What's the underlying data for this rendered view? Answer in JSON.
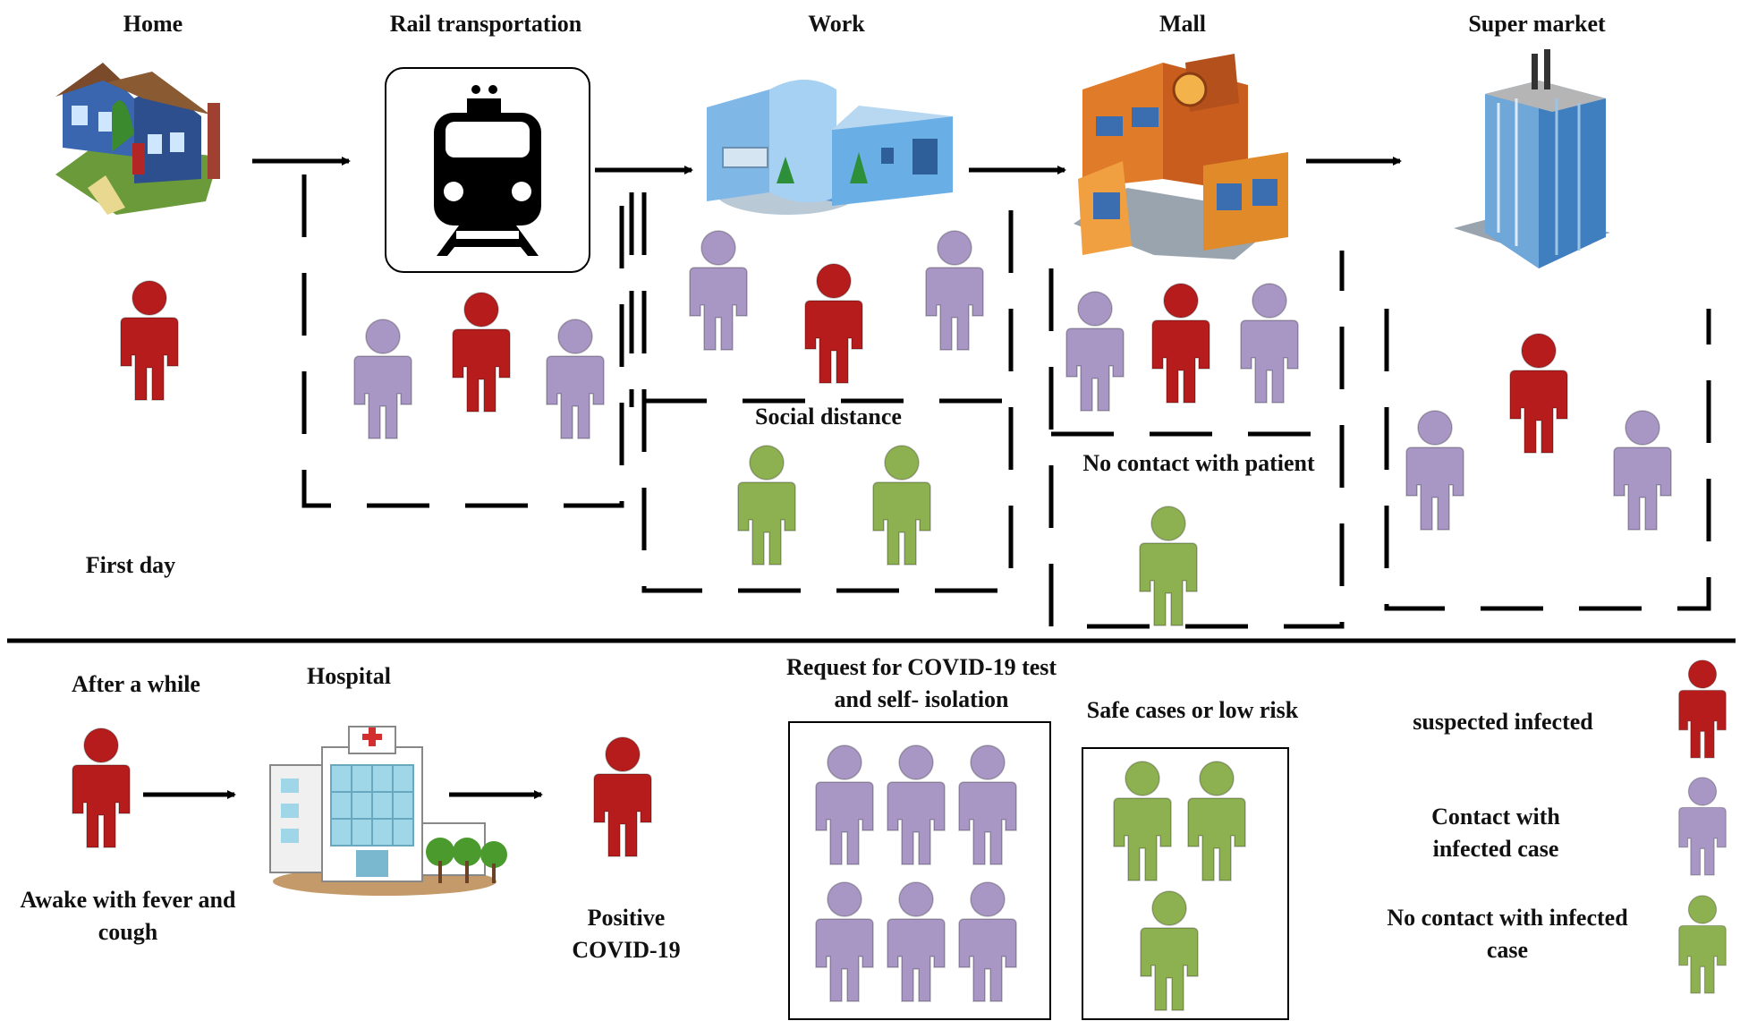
{
  "colors": {
    "suspected": "#b71c1c",
    "contact": "#a896c4",
    "safe": "#8db050",
    "line": "#000000"
  },
  "locations": {
    "home": "Home",
    "rail": "Rail transportation",
    "work": "Work",
    "mall": "Mall",
    "supermarket": "Super market",
    "hospital": "Hospital"
  },
  "labels": {
    "first_day": "First day",
    "social_distance": "Social distance",
    "no_contact_patient": "No contact with patient",
    "after_while": "After a while",
    "awake_line1": "Awake with fever and",
    "awake_line2": "cough",
    "positive_line1": "Positive",
    "positive_line2": "COVID-19",
    "request_line1": "Request for COVID-19 test",
    "request_line2": "and self- isolation",
    "safe_cases": "Safe cases or low risk"
  },
  "legend": {
    "suspected": "suspected infected",
    "contact_line1": "Contact with",
    "contact_line2": "infected case",
    "nocontact_line1": "No contact with infected",
    "nocontact_line2": "case"
  },
  "icons": {
    "home": "house-icon",
    "rail": "train-icon",
    "work": "office-building-icon",
    "mall": "mall-icon",
    "supermarket": "skyscraper-icon",
    "hospital": "hospital-icon",
    "person": "person-icon"
  }
}
